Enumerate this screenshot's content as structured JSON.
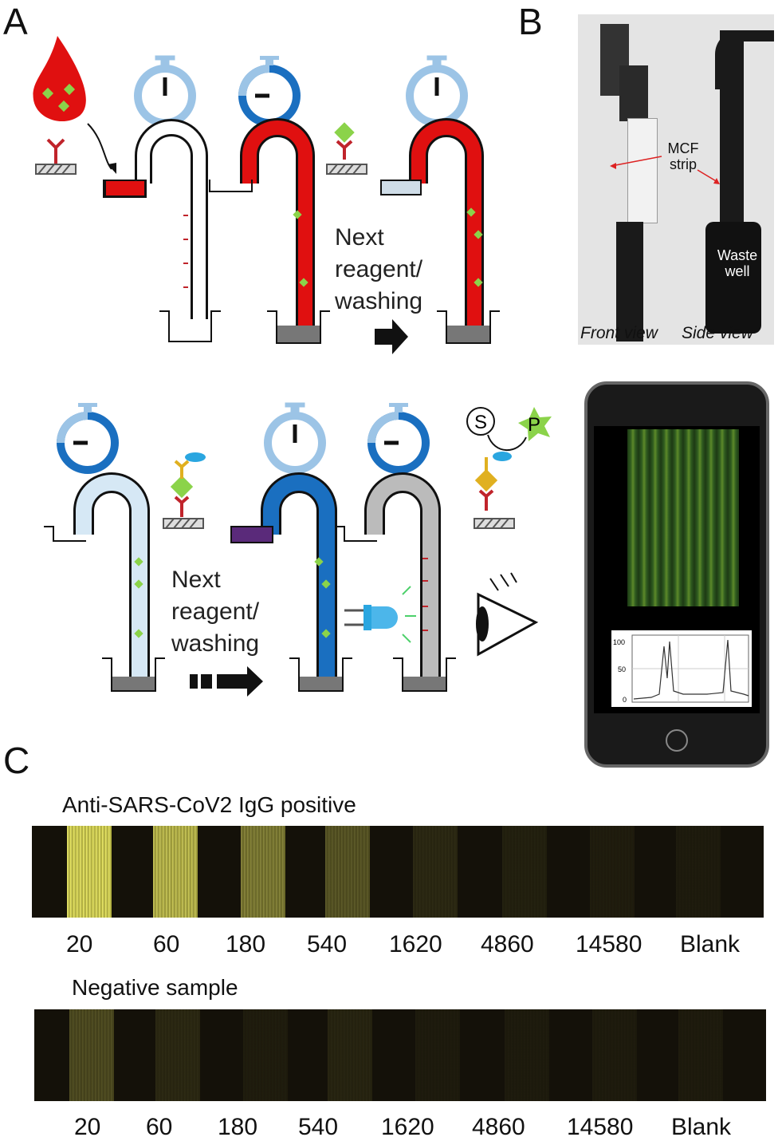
{
  "panels": {
    "a": "A",
    "b": "B",
    "c": "C"
  },
  "panel_a": {
    "next_step_top": [
      "Next",
      "reagent/",
      "washing"
    ],
    "next_step_bottom": [
      "Next",
      "reagent/",
      "washing"
    ],
    "substrate_label": "S",
    "product_label": "P"
  },
  "panel_b": {
    "mcf_label": [
      "MCF",
      "strip"
    ],
    "waste_label": [
      "Waste",
      "well"
    ],
    "front_view": "Front view",
    "side_view": "Side view",
    "plot_ticks": [
      "100",
      "50",
      "0"
    ]
  },
  "panel_c": {
    "positive_title": "Anti-SARS-CoV2 IgG positive",
    "negative_title": "Negative sample",
    "dilutions": [
      "20",
      "60",
      "180",
      "540",
      "1620",
      "4860",
      "14580",
      "Blank"
    ],
    "positive_intensity": [
      1.0,
      0.85,
      0.55,
      0.35,
      0.12,
      0.08,
      0.06,
      0.05
    ],
    "negative_intensity": [
      0.3,
      0.12,
      0.06,
      0.1,
      0.05,
      0.05,
      0.05,
      0.05
    ]
  },
  "colors": {
    "sample_red": "#e01010",
    "light_blue": "#d6e8f5",
    "dark_blue": "#1a6fc0",
    "timer_light": "#9cc4e6",
    "timer_dark": "#1a6fc0",
    "antigen_green": "#8bd34a",
    "antibody_red": "#c0242b",
    "fluor_yellow": "#f4f26a",
    "strip_bg": "#141109"
  }
}
